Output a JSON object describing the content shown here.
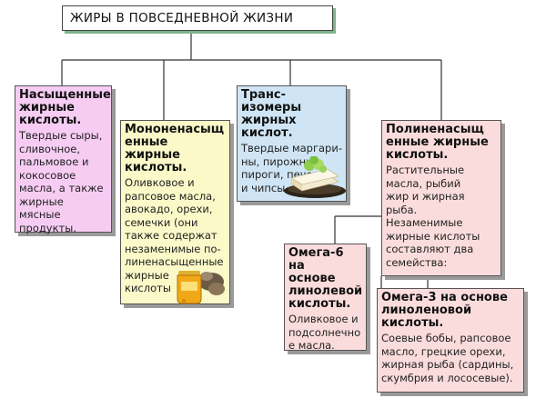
{
  "title": "ЖИРЫ В ПОВСЕДНЕВНОЙ ЖИЗНИ",
  "saturated": {
    "heading": "Насыщенные\nжирные\nкислоты.",
    "text": "Твердые сыры,\nсливочное,\nпальмовое и\nкокосовое\nмасла, а также\nжирные мясные\nпродукты."
  },
  "mono": {
    "heading": "Мононенасыщ\nенные жирные\nкислоты.",
    "text": "Оливковое и\nрапсовое масла,\nавокадо, орехи,\nсемечки (они\nтакже содержат\nнезаменимые по-\nлиненасыщенные\nжирные\nкислоты"
  },
  "trans": {
    "heading": "Транс-изомеры\nжирных\nкислот.",
    "text": "Твердые маргари-\nны, пирожные,\nпироги, печенье\nи чипсы"
  },
  "poly": {
    "heading": "Полиненасыщ\nенные жирные\nкислоты.",
    "text": "Растительные\nмасла, рыбий\nжир и жирная\nрыба.\nНезаменимые\nжирные кислоты\nсоставляют два\nсемейства:"
  },
  "omega6": {
    "heading": "Омега-6 на\nоснове\nлинолевой\nкислоты.",
    "text": "Оливковое и\nподсолнечно\nе масла."
  },
  "omega3": {
    "heading": "Омега-3 на основе\nлиноленовой\nкислоты.",
    "text": "Соевые бобы, рапсовое\nмасло, грецкие орехи,\nжирная рыба (сардины,\nскумбрия и лососевые)."
  },
  "colors": {
    "saturated": "#f7ccf3",
    "mono": "#fbf9c8",
    "trans": "#cfe5f5",
    "poly": "#fbdcdc",
    "title_shadow": "#7fb28c"
  },
  "icons": {
    "mono_illustration": "honey-jar-and-nuts",
    "trans_illustration": "cake-slice-on-plate"
  }
}
